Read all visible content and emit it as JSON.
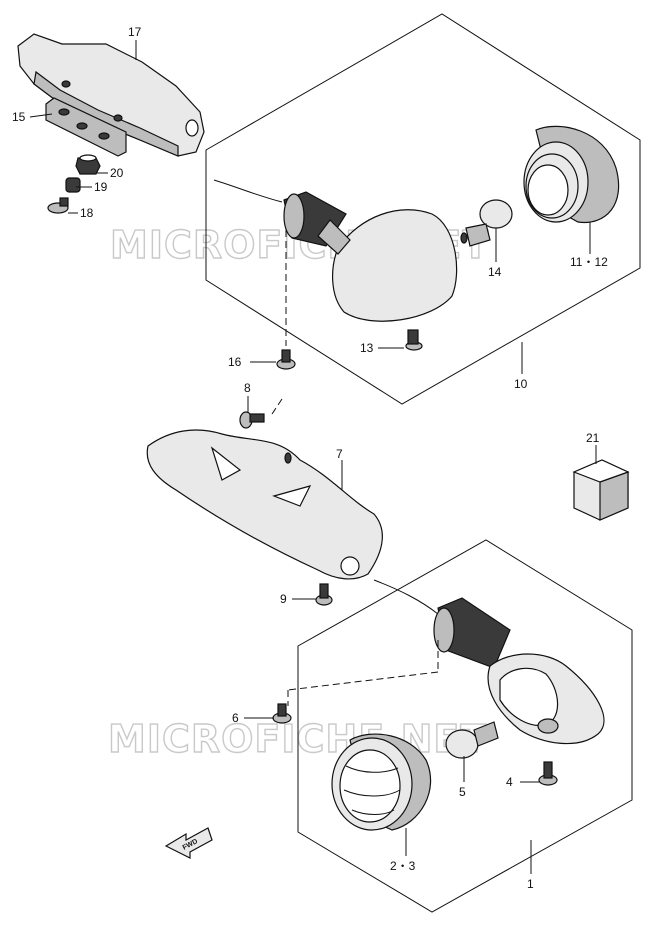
{
  "watermark": "MICROFICHE.NET",
  "fwd_label": "FWD",
  "labels": {
    "p1": "1",
    "p2_3": "2・3",
    "p4": "4",
    "p5": "5",
    "p6": "6",
    "p7": "7",
    "p8": "8",
    "p9": "9",
    "p10": "10",
    "p11_12": "11・12",
    "p13": "13",
    "p14": "14",
    "p15": "15",
    "p16": "16",
    "p17": "17",
    "p18": "18",
    "p19": "19",
    "p20": "20",
    "p21": "21"
  }
}
